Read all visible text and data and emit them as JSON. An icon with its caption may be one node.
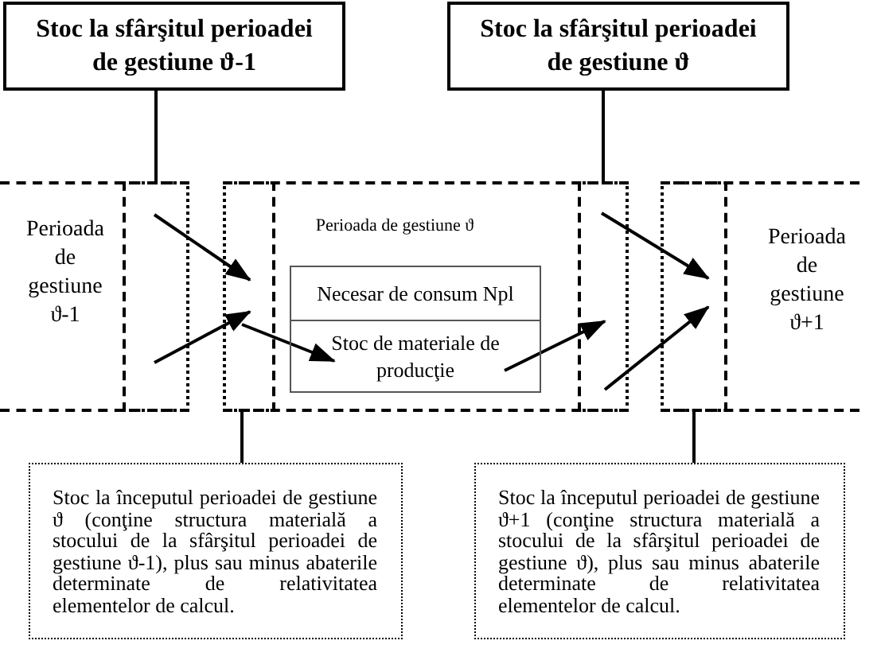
{
  "diagram": {
    "nodes": [
      {
        "text": [
          "Stoc la sfârşitul perioadei de gestiune ϑ-1"
        ]
      },
      {
        "text": [
          "Stoc la sfârşitul perioadei de gestiune ϑ"
        ]
      },
      {
        "text": [
          "Perioada de gestiune ϑ-1"
        ]
      },
      {
        "text": [],
        "shape": "box",
        "in": 2
      },
      {
        "text": [
          "Perioada de gestiune ϑ"
        ]
      },
      {
        "text": [],
        "shape": "box",
        "in": 4
      },
      {
        "text": [
          "Necesar de consum Npl"
        ],
        "in": 4
      },
      {
        "text": [
          "Stoc de materiale de producţie"
        ],
        "in": 4
      },
      {
        "text": [],
        "shape": "box",
        "in": 4
      },
      {
        "text": [
          "Perioada de gestiune ϑ+1"
        ]
      },
      {
        "text": [],
        "shape": "box",
        "in": 9
      },
      {
        "text": [
          "Stoc la începutul perioadei de gestiune ϑ (conţine structura materială a stocului de la sfârşitul perioadei de gestiune ϑ-1), plus sau minus abaterile determinate de relativitatea elementelor de calcul."
        ]
      },
      {
        "text": [
          "Stoc la începutul perioadei de gestiune ϑ+1 (conţine structura materială a stocului de la sfârşitul perioadei de gestiune ϑ), plus sau minus abaterile determinate de relativitatea elementelor de calcul."
        ]
      }
    ],
    "edges": [
      {
        "from": 0,
        "to": 3,
        "arrow": "none"
      },
      {
        "from": 1,
        "to": 8,
        "arrow": "none"
      },
      {
        "from": 3,
        "to": 5,
        "arrow": "to"
      },
      {
        "from": 3,
        "to": 5,
        "arrow": "to"
      },
      {
        "from": 5,
        "to": 7,
        "arrow": "to"
      },
      {
        "from": 7,
        "to": 8,
        "arrow": "to"
      },
      {
        "from": 8,
        "to": 10,
        "arrow": "to"
      },
      {
        "from": 8,
        "to": 10,
        "arrow": "to"
      },
      {
        "from": 5,
        "to": 11,
        "arrow": "none"
      },
      {
        "from": 10,
        "to": 12,
        "arrow": "none"
      }
    ]
  }
}
